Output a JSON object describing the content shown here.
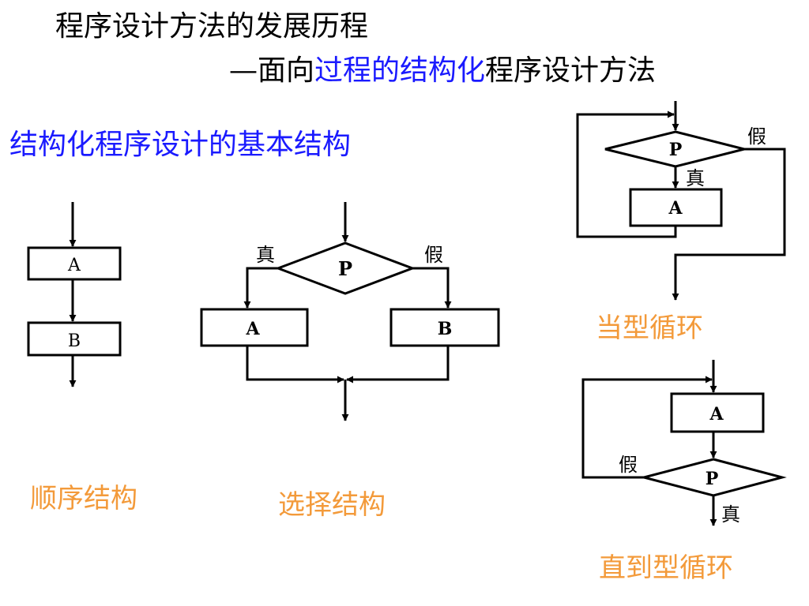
{
  "title": {
    "line1": "程序设计方法的发展历程",
    "line2_prefix": "—面向",
    "line2_highlight": "过程的结构化",
    "line2_suffix": "程序设计方法"
  },
  "subtitle": "结构化程序设计的基本结构",
  "colors": {
    "accent_blue": "#1a1aff",
    "caption_orange": "#f39a3a",
    "line": "#000000"
  },
  "sequence": {
    "caption": "顺序结构",
    "box_a": "A",
    "box_b": "B"
  },
  "selection": {
    "caption": "选择结构",
    "condition": "P",
    "true_label": "真",
    "false_label": "假",
    "box_a": "A",
    "box_b": "B"
  },
  "while_loop": {
    "caption": "当型循环",
    "condition": "P",
    "true_label": "真",
    "false_label": "假",
    "box_a": "A"
  },
  "until_loop": {
    "caption": "直到型循环",
    "condition": "P",
    "true_label": "真",
    "false_label": "假",
    "box_a": "A"
  }
}
